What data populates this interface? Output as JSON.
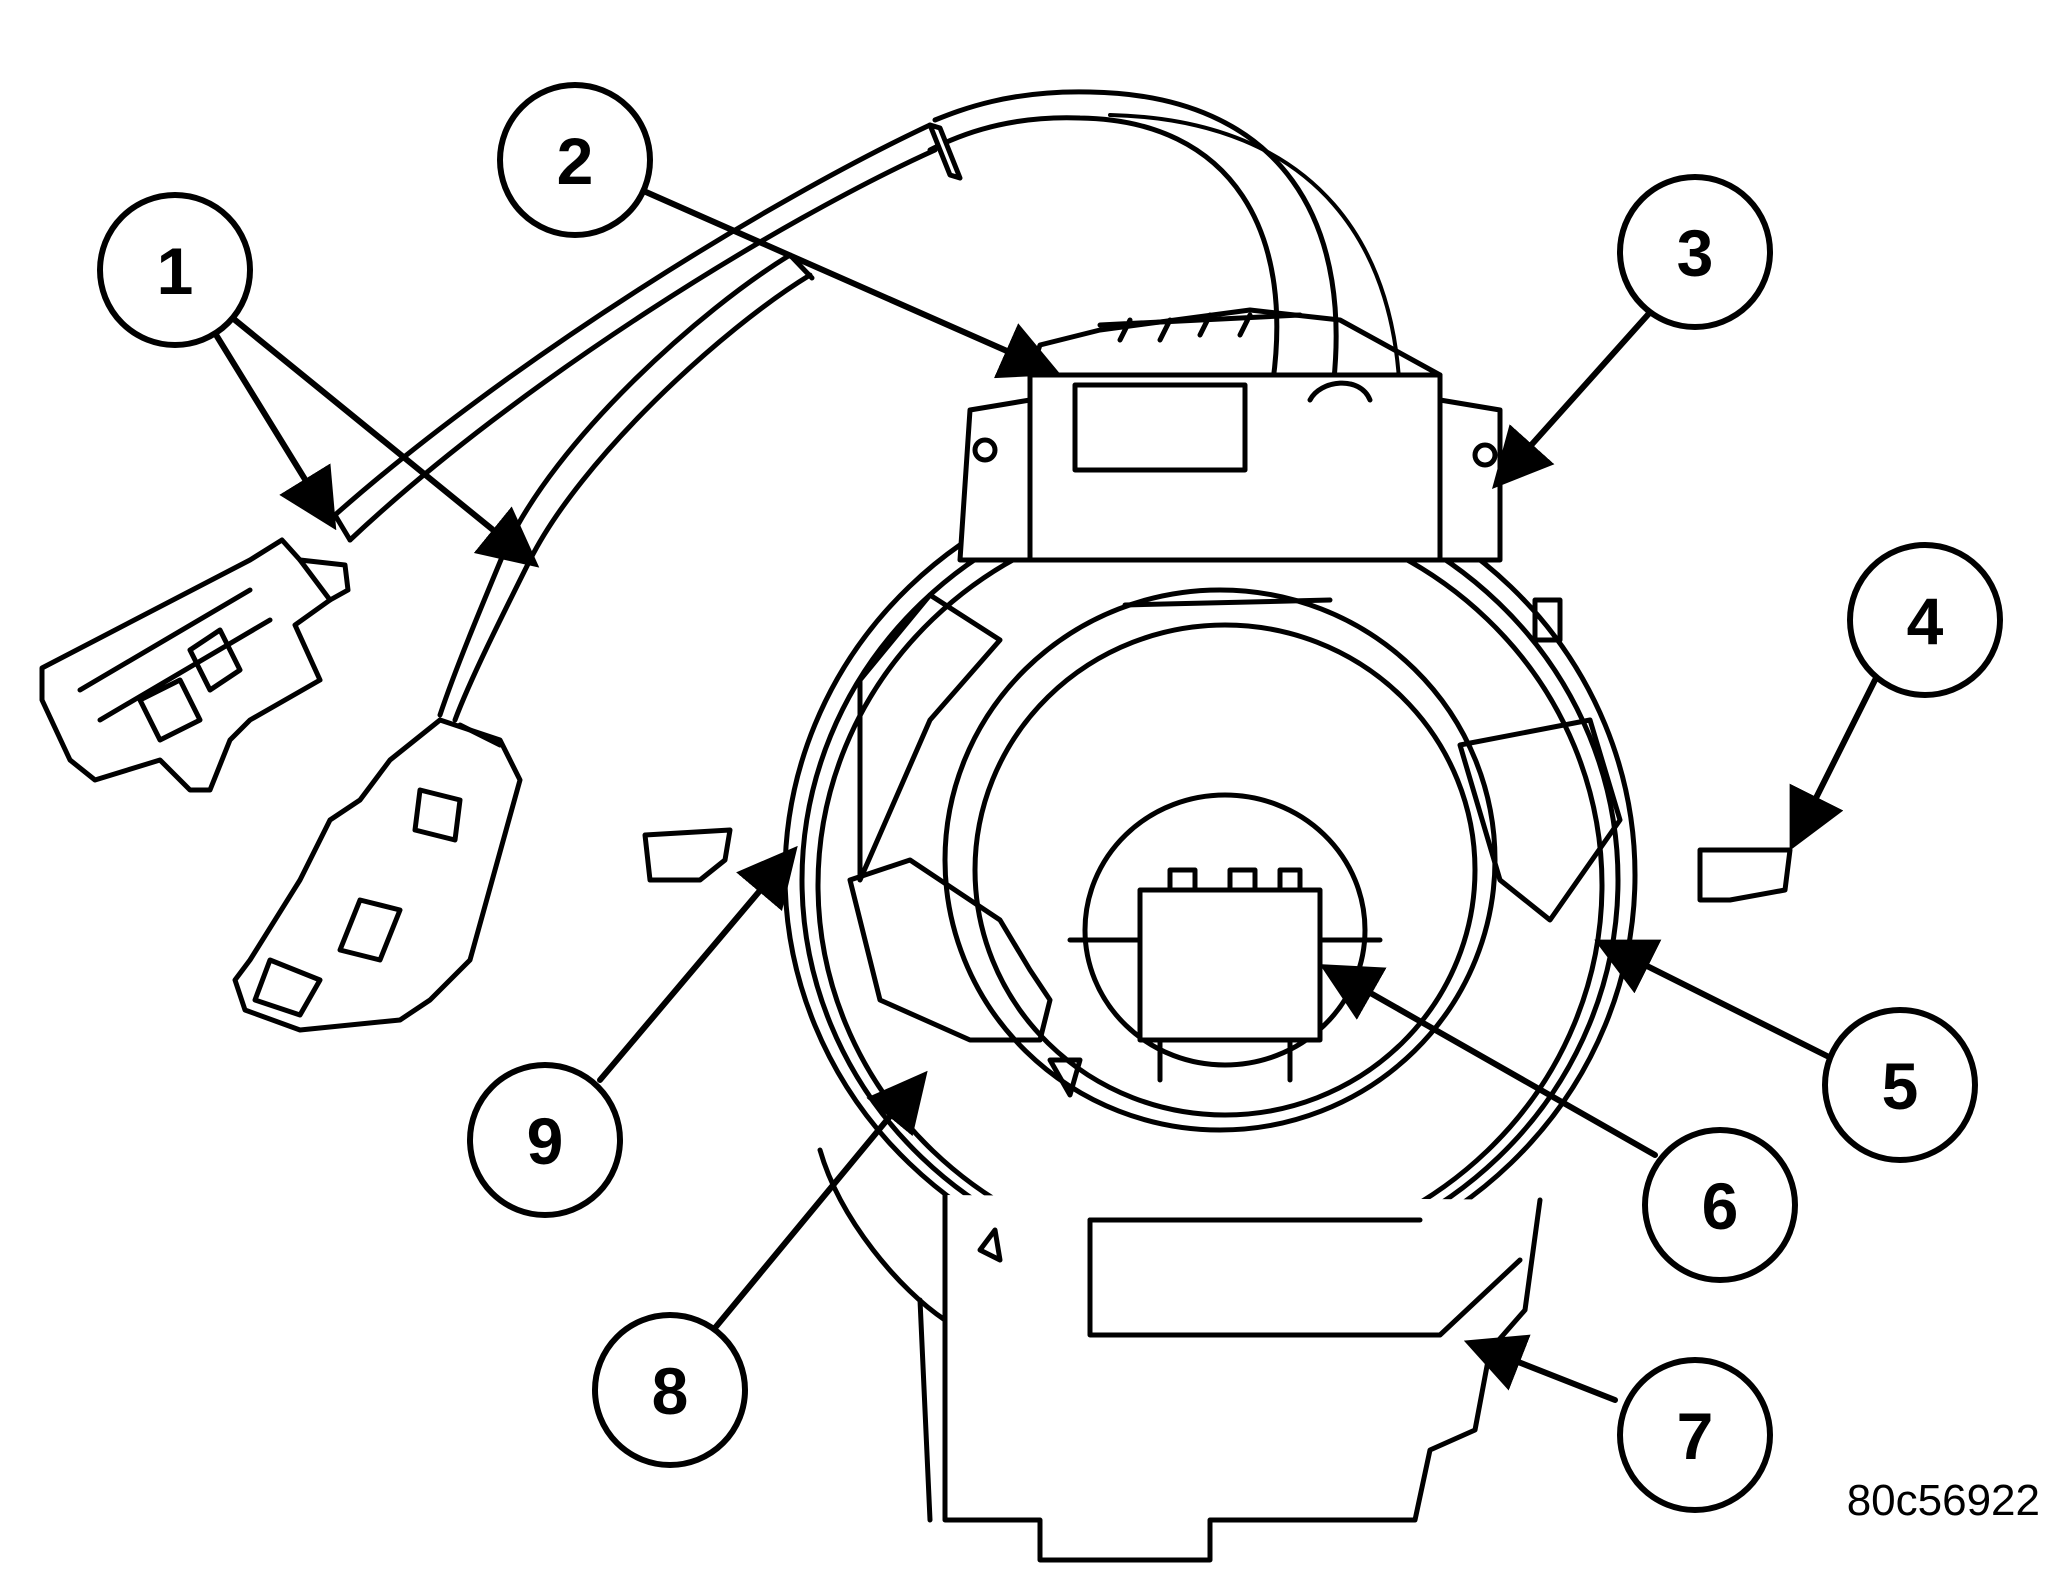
{
  "callouts": [
    {
      "id": 1,
      "label": "1"
    },
    {
      "id": 2,
      "label": "2"
    },
    {
      "id": 3,
      "label": "3"
    },
    {
      "id": 4,
      "label": "4"
    },
    {
      "id": 5,
      "label": "5"
    },
    {
      "id": 6,
      "label": "6"
    },
    {
      "id": 7,
      "label": "7"
    },
    {
      "id": 8,
      "label": "8"
    },
    {
      "id": 9,
      "label": "9"
    }
  ],
  "figure_id": "80c56922",
  "colors": {
    "line": "#000000",
    "background": "#ffffff"
  }
}
